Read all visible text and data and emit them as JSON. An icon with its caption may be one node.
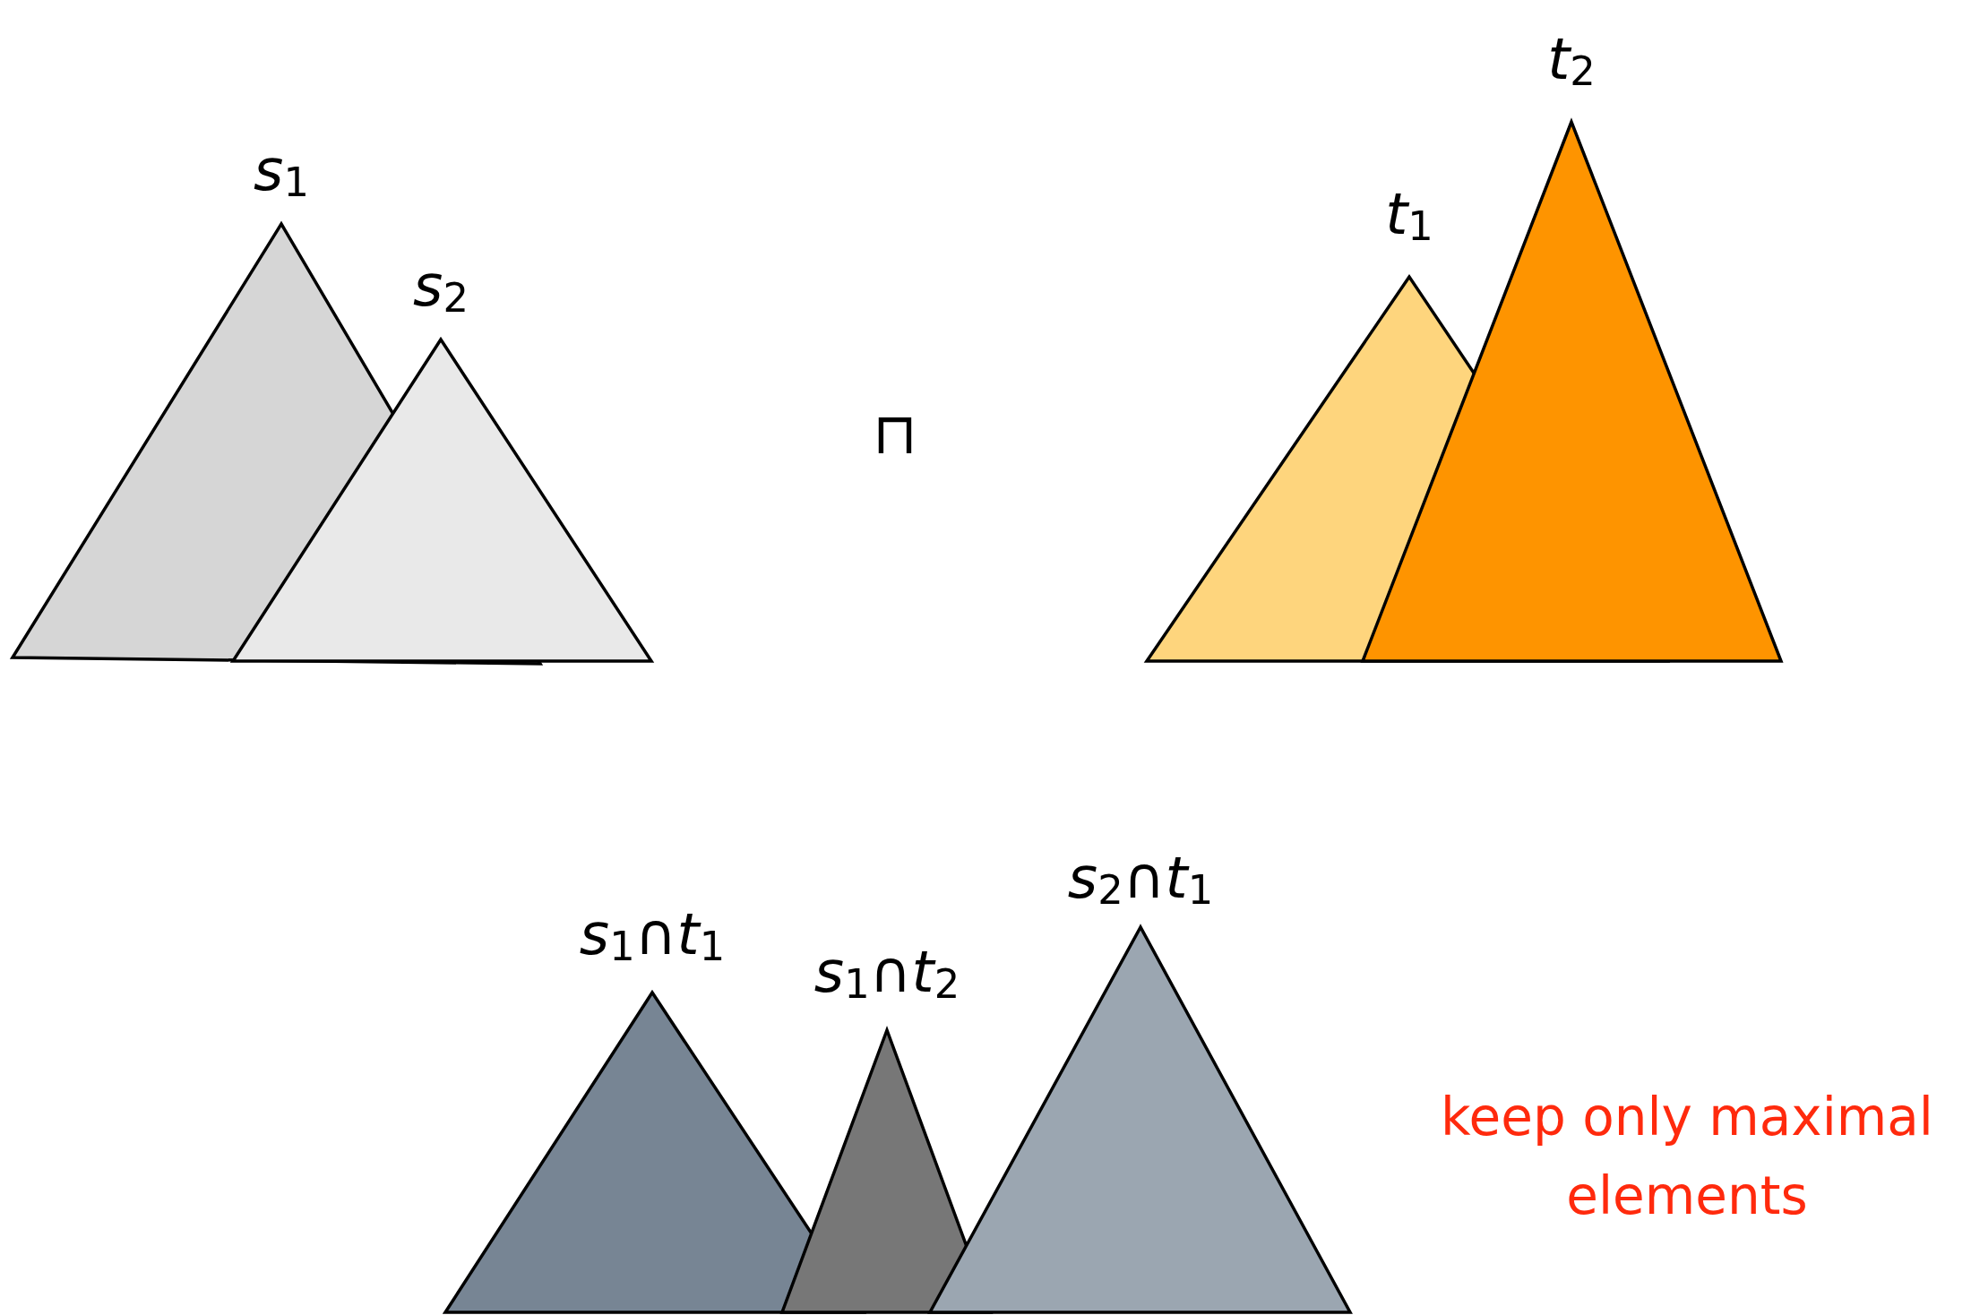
{
  "diagram": {
    "nodes": [
      {
        "text": [
          "s$_{1}$"
        ]
      },
      {
        "text": [
          "s$_{2}$"
        ]
      },
      {
        "text": [
          "t$_{1}$"
        ]
      },
      {
        "text": [
          "t$_{2}$"
        ]
      },
      {
        "text": [
          "s$_{1}$∩t$_{1}$"
        ]
      },
      {
        "text": [
          "s$_{1}$∩t$_{2}$"
        ]
      },
      {
        "text": [
          "s$_{2}$∩t$_{1}$"
        ]
      }
    ],
    "labels": [
      "⊓",
      "keep only maximal elements"
    ]
  }
}
